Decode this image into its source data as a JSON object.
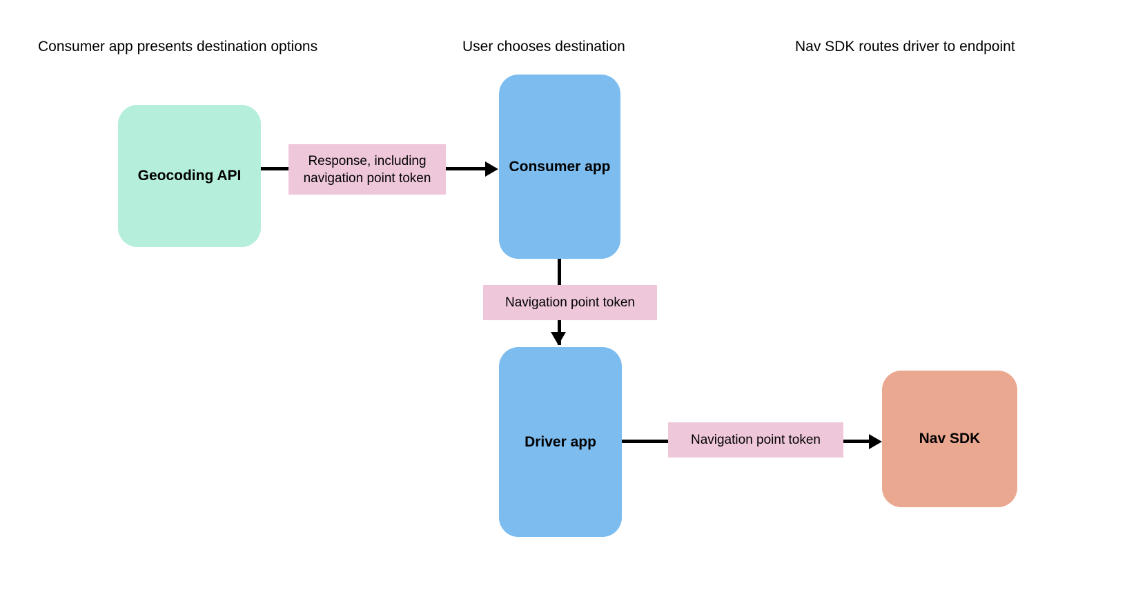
{
  "diagram": {
    "title_columns": [
      {
        "id": "consumer-app-presents",
        "label": "Consumer app presents destination options"
      },
      {
        "id": "user-chooses",
        "label": "User chooses destination"
      },
      {
        "id": "nav-sdk-routes",
        "label": "Nav SDK routes driver to endpoint"
      }
    ],
    "nodes": [
      {
        "id": "geocoding-api",
        "label": "Geocoding API",
        "color": "#B5EFDC"
      },
      {
        "id": "consumer-app",
        "label": "Consumer app",
        "color": "#7CBCEF"
      },
      {
        "id": "driver-app",
        "label": "Driver app",
        "color": "#7CBCEF"
      },
      {
        "id": "nav-sdk",
        "label": "Nav SDK",
        "color": "#EBA890"
      }
    ],
    "edge_labels": [
      {
        "id": "response-including-navigation-point-token",
        "label": "Response, including navigation point token",
        "color": "#EEC7DA"
      },
      {
        "id": "navigation-point-token-middle",
        "label": "Navigation point token",
        "color": "#EEC7DA"
      },
      {
        "id": "navigation-point-token-bottom",
        "label": "Navigation point token",
        "color": "#EEC7DA"
      }
    ],
    "colors": {
      "background": "#FFFFFF",
      "arrow": "#000000",
      "text": "#000000",
      "mint": "#B5EFDC",
      "blue": "#7CBCEF",
      "pink": "#EEC7DA",
      "salmon": "#EBA890"
    }
  }
}
